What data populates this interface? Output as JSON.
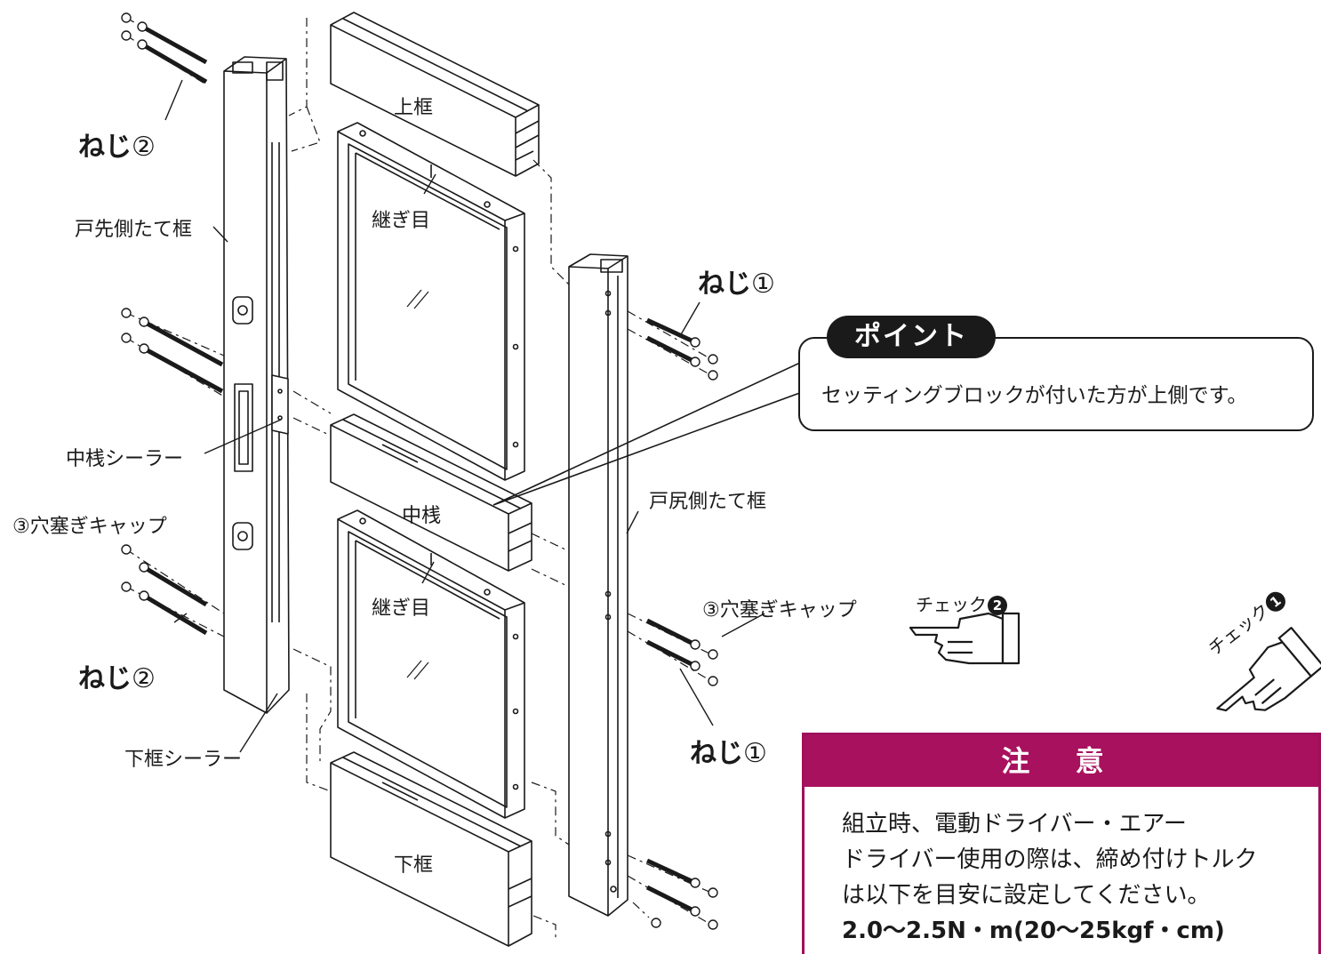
{
  "labels": {
    "upper_frame": "上框",
    "seam_top": "継ぎ目",
    "seam_bottom": "継ぎ目",
    "middle_rail": "中桟",
    "lower_frame": "下框",
    "lead_stile": "戸先側たて框",
    "tail_stile": "戸尻側たて框",
    "middle_sealer": "中桟シーラー",
    "lower_sealer": "下框シーラー",
    "cap_left": "③穴塞ぎキャップ",
    "cap_right": "③穴塞ぎキャップ",
    "screw2_top": "ねじ",
    "screw2_top_num": "②",
    "screw2_bottom": "ねじ",
    "screw2_bottom_num": "②",
    "screw1_top": "ねじ",
    "screw1_top_num": "①",
    "screw1_bottom": "ねじ",
    "screw1_bottom_num": "①",
    "glass_mark_top": "//",
    "glass_mark_bottom": "//"
  },
  "point": {
    "badge": "ポイント",
    "text": "セッティングブロックが付いた方が上側です。"
  },
  "checks": {
    "check2_text": "チェック",
    "check2_num": "2",
    "check1_text": "チェック",
    "check1_num": "1"
  },
  "caution": {
    "title": "注 意",
    "line1": "組立時、電動ドライバー・エアー",
    "line2": "ドライバー使用の際は、締め付けトルク",
    "line3": "は以下を目安に設定してください。",
    "line4": "2.0〜2.5N・m(20〜25kgf・cm)"
  },
  "colors": {
    "caution_accent": "#a8115e",
    "line": "#1a1a1a"
  }
}
